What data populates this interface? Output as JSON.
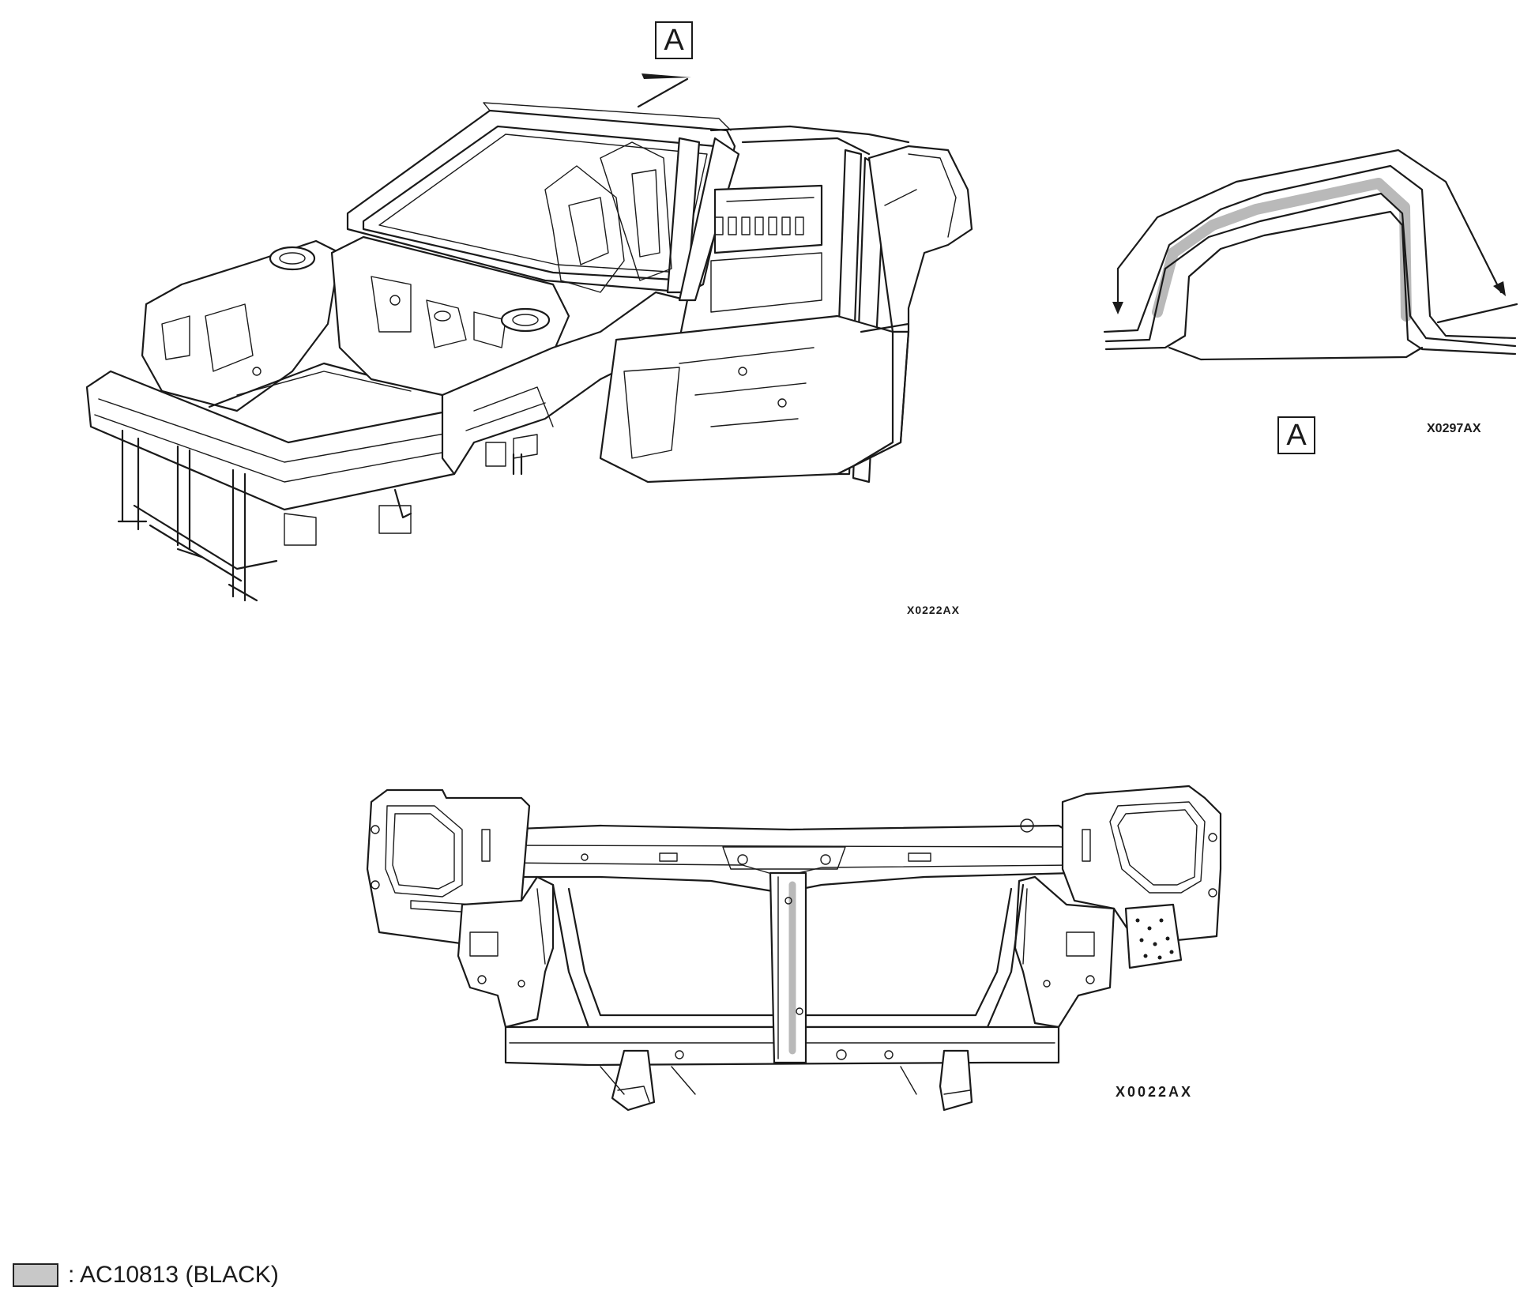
{
  "figures": [
    {
      "view_label": "A",
      "code": "X0222AX"
    },
    {
      "view_label": "A",
      "code": "X0297AX"
    },
    {
      "code": "X0022AX"
    }
  ],
  "legend": {
    "swatch_color": "#c8c8c8",
    "text": ": AC10813 (BLACK)"
  }
}
